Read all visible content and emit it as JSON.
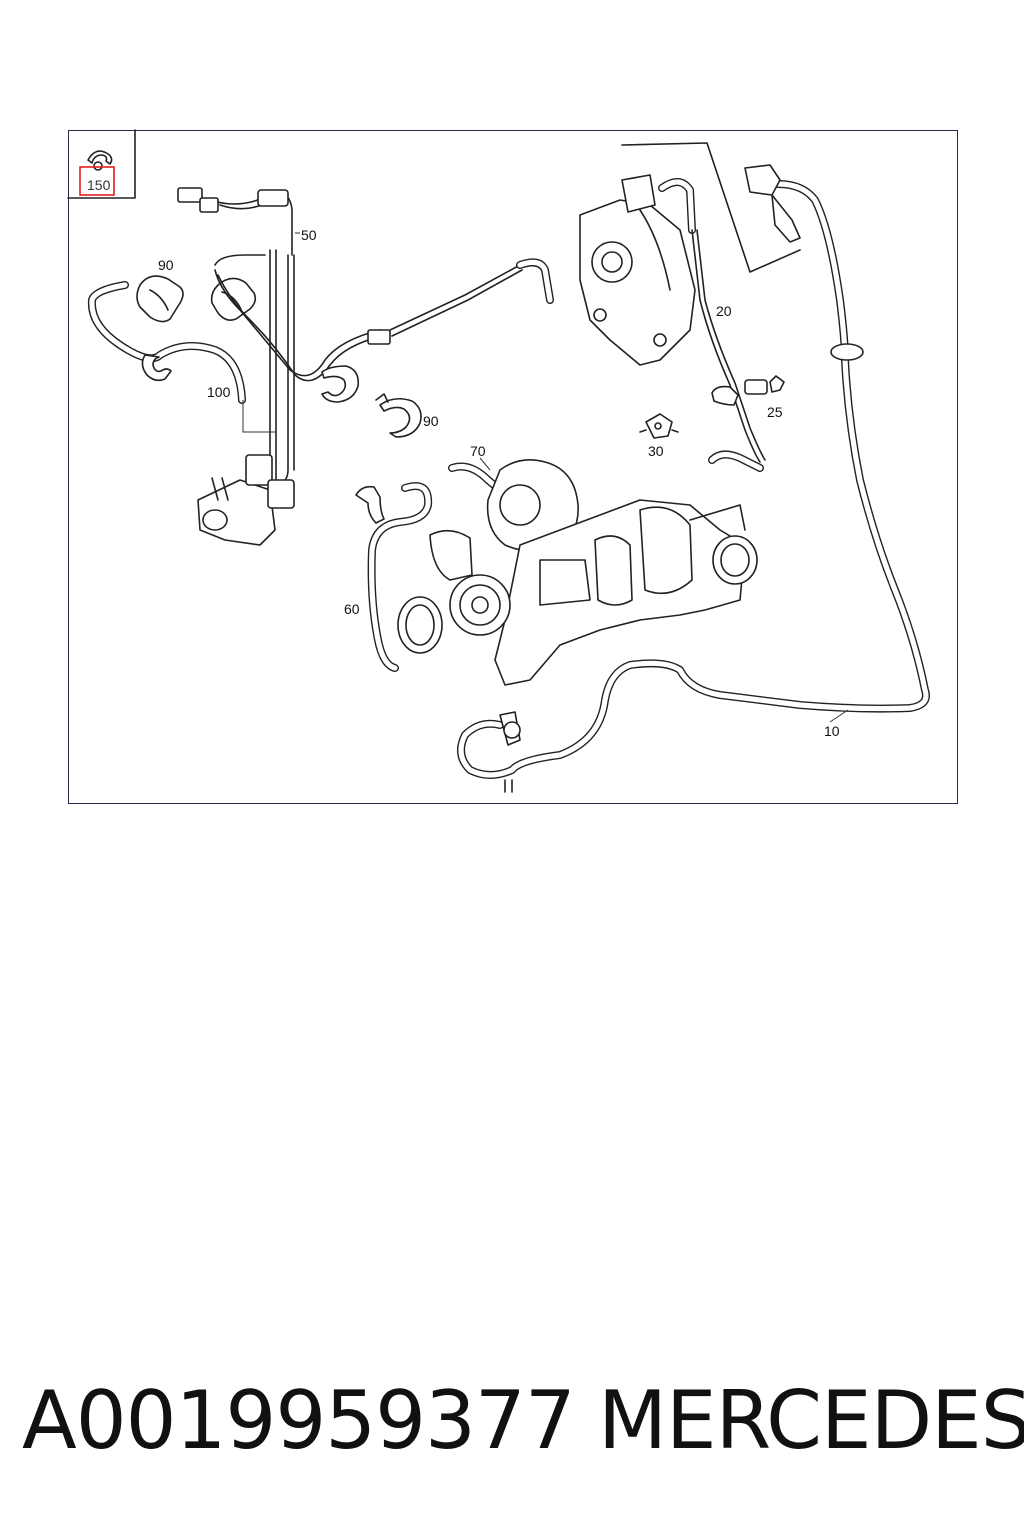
{
  "diagram": {
    "callouts": {
      "c150": "150",
      "c50": "50",
      "c90a": "90",
      "c100": "100",
      "c90b": "90",
      "c70": "70",
      "c60": "60",
      "c20": "20",
      "c25": "25",
      "c30": "30",
      "c10": "10"
    },
    "highlight_color": "#e02020"
  },
  "footer": {
    "part_number": "A0019959377",
    "brand": "MERCEDES"
  }
}
